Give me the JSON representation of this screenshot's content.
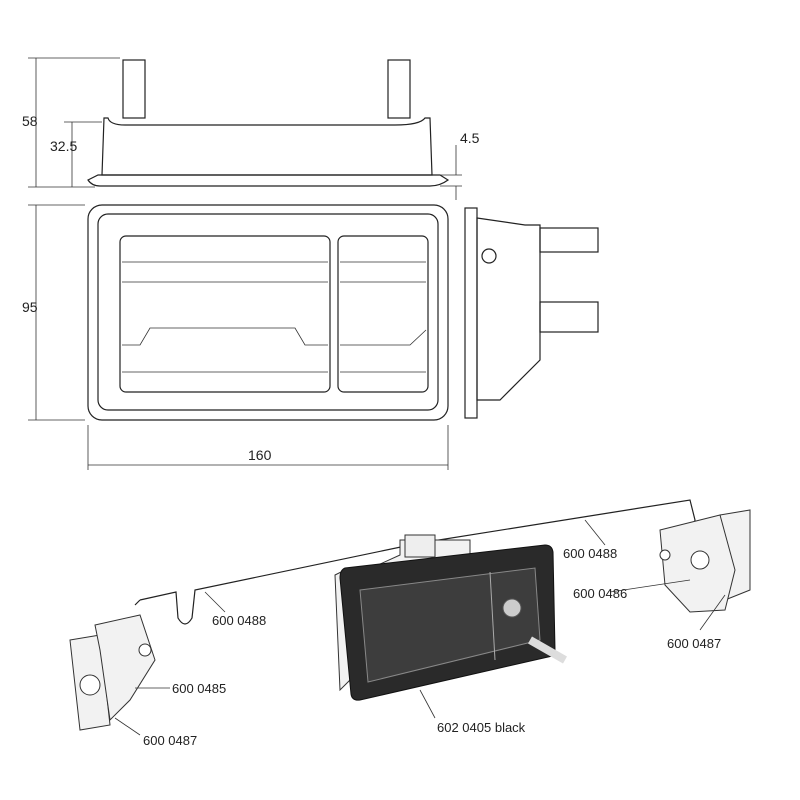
{
  "dimensions": {
    "overall_height": "58",
    "body_depth": "32.5",
    "flange_thickness": "4.5",
    "front_height": "95",
    "front_width": "160"
  },
  "callouts": {
    "rod_left": "600 0488",
    "rod_right": "600 0488",
    "right_latch_part": "600 0486",
    "right_latch": "600 0487",
    "left_latch_part": "600 0485",
    "left_latch": "600 0487",
    "handle": "602 0405 black"
  }
}
